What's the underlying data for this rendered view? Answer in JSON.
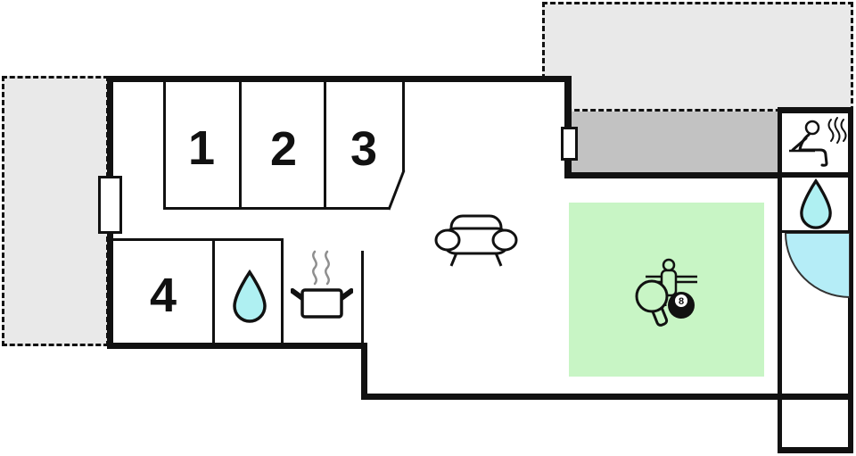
{
  "floor_plan": {
    "description": "holiday-home floor plan",
    "room_labels": [
      {
        "name": "bedroom-1",
        "label": "1"
      },
      {
        "name": "bedroom-2",
        "label": "2"
      },
      {
        "name": "bedroom-3",
        "label": "3"
      },
      {
        "name": "bedroom-4",
        "label": "4"
      }
    ],
    "billiard_ball": "8",
    "icons": [
      "sofa-icon",
      "stove-pot-icon",
      "water-drop-icon-bathroom-left",
      "water-drop-icon-bathroom-right",
      "sauna-icon",
      "table-tennis-paddle-icon",
      "foosball-player-icon",
      "billiard-8-ball-icon",
      "corner-shower-icon"
    ],
    "areas": [
      {
        "name": "terrace-left",
        "style": "dashed outline, light gray"
      },
      {
        "name": "terrace-top-right",
        "style": "dashed outline, light gray"
      },
      {
        "name": "covered-terrace",
        "style": "solid dark gray"
      },
      {
        "name": "activity-area",
        "style": "light green"
      }
    ],
    "colors": {
      "terrace_light": "#e9e9e9",
      "terrace_covered": "#c2c2c2",
      "activity_area": "#c8f5c5",
      "water": "#aff0f2",
      "wall": "#111111",
      "background": "#ffffff"
    }
  }
}
